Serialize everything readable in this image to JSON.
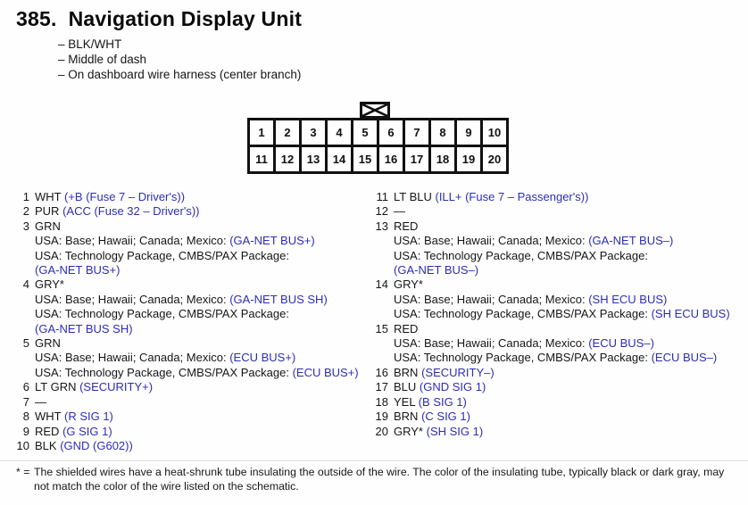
{
  "page": {
    "section_number": "385.",
    "title": "Navigation Display Unit",
    "notes": [
      "– BLK/WHT",
      "– Middle of dash",
      "– On dashboard wire harness (center branch)"
    ]
  },
  "connector": {
    "keying_tab_icon": "bowtie-keying-tab",
    "rows": [
      [
        "1",
        "2",
        "3",
        "4",
        "5",
        "6",
        "7",
        "8",
        "9",
        "10"
      ],
      [
        "11",
        "12",
        "13",
        "14",
        "15",
        "16",
        "17",
        "18",
        "19",
        "20"
      ]
    ]
  },
  "pins": {
    "left": [
      {
        "num": "1",
        "lines": [
          [
            {
              "text": "WHT ",
              "blue": false
            },
            {
              "text": "(+B (Fuse 7 – Driver's))",
              "blue": true
            }
          ]
        ]
      },
      {
        "num": "2",
        "lines": [
          [
            {
              "text": "PUR ",
              "blue": false
            },
            {
              "text": "(ACC (Fuse 32 – Driver's))",
              "blue": true
            }
          ]
        ]
      },
      {
        "num": "3",
        "lines": [
          [
            {
              "text": "GRN",
              "blue": false
            }
          ],
          [
            {
              "text": "USA: Base; Hawaii; Canada; Mexico: ",
              "blue": false
            },
            {
              "text": "(GA-NET BUS+)",
              "blue": true
            }
          ],
          [
            {
              "text": "USA: Technology Package, CMBS/PAX Package:",
              "blue": false
            }
          ],
          [
            {
              "text": "(GA-NET BUS+)",
              "blue": true
            }
          ]
        ]
      },
      {
        "num": "4",
        "lines": [
          [
            {
              "text": "GRY*",
              "blue": false
            }
          ],
          [
            {
              "text": "USA: Base; Hawaii; Canada; Mexico: ",
              "blue": false
            },
            {
              "text": "(GA-NET BUS SH)",
              "blue": true
            }
          ],
          [
            {
              "text": "USA: Technology Package, CMBS/PAX Package:",
              "blue": false
            }
          ],
          [
            {
              "text": "(GA-NET BUS SH)",
              "blue": true
            }
          ]
        ]
      },
      {
        "num": "5",
        "lines": [
          [
            {
              "text": "GRN",
              "blue": false
            }
          ],
          [
            {
              "text": "USA: Base; Hawaii; Canada; Mexico: ",
              "blue": false
            },
            {
              "text": "(ECU BUS+)",
              "blue": true
            }
          ],
          [
            {
              "text": "USA: Technology Package, CMBS/PAX Package: ",
              "blue": false
            },
            {
              "text": "(ECU BUS+)",
              "blue": true
            }
          ]
        ]
      },
      {
        "num": "6",
        "lines": [
          [
            {
              "text": "LT GRN ",
              "blue": false
            },
            {
              "text": "(SECURITY+)",
              "blue": true
            }
          ]
        ]
      },
      {
        "num": "7",
        "lines": [
          [
            {
              "text": "—",
              "blue": false
            }
          ]
        ]
      },
      {
        "num": "8",
        "lines": [
          [
            {
              "text": "WHT ",
              "blue": false
            },
            {
              "text": "(R SIG 1)",
              "blue": true
            }
          ]
        ]
      },
      {
        "num": "9",
        "lines": [
          [
            {
              "text": "RED ",
              "blue": false
            },
            {
              "text": "(G SIG 1)",
              "blue": true
            }
          ]
        ]
      },
      {
        "num": "10",
        "lines": [
          [
            {
              "text": "BLK ",
              "blue": false
            },
            {
              "text": "(GND (G602))",
              "blue": true
            }
          ]
        ]
      }
    ],
    "right": [
      {
        "num": "11",
        "lines": [
          [
            {
              "text": "LT BLU ",
              "blue": false
            },
            {
              "text": "(ILL+ (Fuse 7 – Passenger's))",
              "blue": true
            }
          ]
        ]
      },
      {
        "num": "12",
        "lines": [
          [
            {
              "text": "—",
              "blue": false
            }
          ]
        ]
      },
      {
        "num": "13",
        "lines": [
          [
            {
              "text": "RED",
              "blue": false
            }
          ],
          [
            {
              "text": "USA: Base; Hawaii; Canada; Mexico: ",
              "blue": false
            },
            {
              "text": "(GA-NET BUS–)",
              "blue": true
            }
          ],
          [
            {
              "text": "USA: Technology Package, CMBS/PAX Package:",
              "blue": false
            }
          ],
          [
            {
              "text": "(GA-NET BUS–)",
              "blue": true
            }
          ]
        ]
      },
      {
        "num": "14",
        "lines": [
          [
            {
              "text": "GRY*",
              "blue": false
            }
          ],
          [
            {
              "text": "USA: Base; Hawaii; Canada; Mexico: ",
              "blue": false
            },
            {
              "text": "(SH ECU BUS)",
              "blue": true
            }
          ],
          [
            {
              "text": "USA: Technology Package, CMBS/PAX Package: ",
              "blue": false
            },
            {
              "text": "(SH ECU BUS)",
              "blue": true
            }
          ]
        ]
      },
      {
        "num": "15",
        "lines": [
          [
            {
              "text": "RED",
              "blue": false
            }
          ],
          [
            {
              "text": "USA: Base; Hawaii; Canada; Mexico: ",
              "blue": false
            },
            {
              "text": "(ECU BUS–)",
              "blue": true
            }
          ],
          [
            {
              "text": "USA: Technology Package, CMBS/PAX Package: ",
              "blue": false
            },
            {
              "text": "(ECU BUS–)",
              "blue": true
            }
          ]
        ]
      },
      {
        "num": "16",
        "lines": [
          [
            {
              "text": "BRN ",
              "blue": false
            },
            {
              "text": "(SECURITY–)",
              "blue": true
            }
          ]
        ]
      },
      {
        "num": "17",
        "lines": [
          [
            {
              "text": "BLU ",
              "blue": false
            },
            {
              "text": "(GND SIG 1)",
              "blue": true
            }
          ]
        ]
      },
      {
        "num": "18",
        "lines": [
          [
            {
              "text": "YEL ",
              "blue": false
            },
            {
              "text": "(B SIG 1)",
              "blue": true
            }
          ]
        ]
      },
      {
        "num": "19",
        "lines": [
          [
            {
              "text": "BRN ",
              "blue": false
            },
            {
              "text": "(C SIG 1)",
              "blue": true
            }
          ]
        ]
      },
      {
        "num": "20",
        "lines": [
          [
            {
              "text": "GRY* ",
              "blue": false
            },
            {
              "text": "(SH SIG 1)",
              "blue": true
            }
          ]
        ]
      }
    ]
  },
  "footnote": {
    "marker": "* =",
    "text": "The shielded wires have a heat-shrunk tube insulating the outside of the wire. The color of the insulating tube, typically black or dark gray, may not match the color of the wire listed on the schematic."
  },
  "colors": {
    "signal_blue": "#2d2db8",
    "text_black": "#161616"
  }
}
